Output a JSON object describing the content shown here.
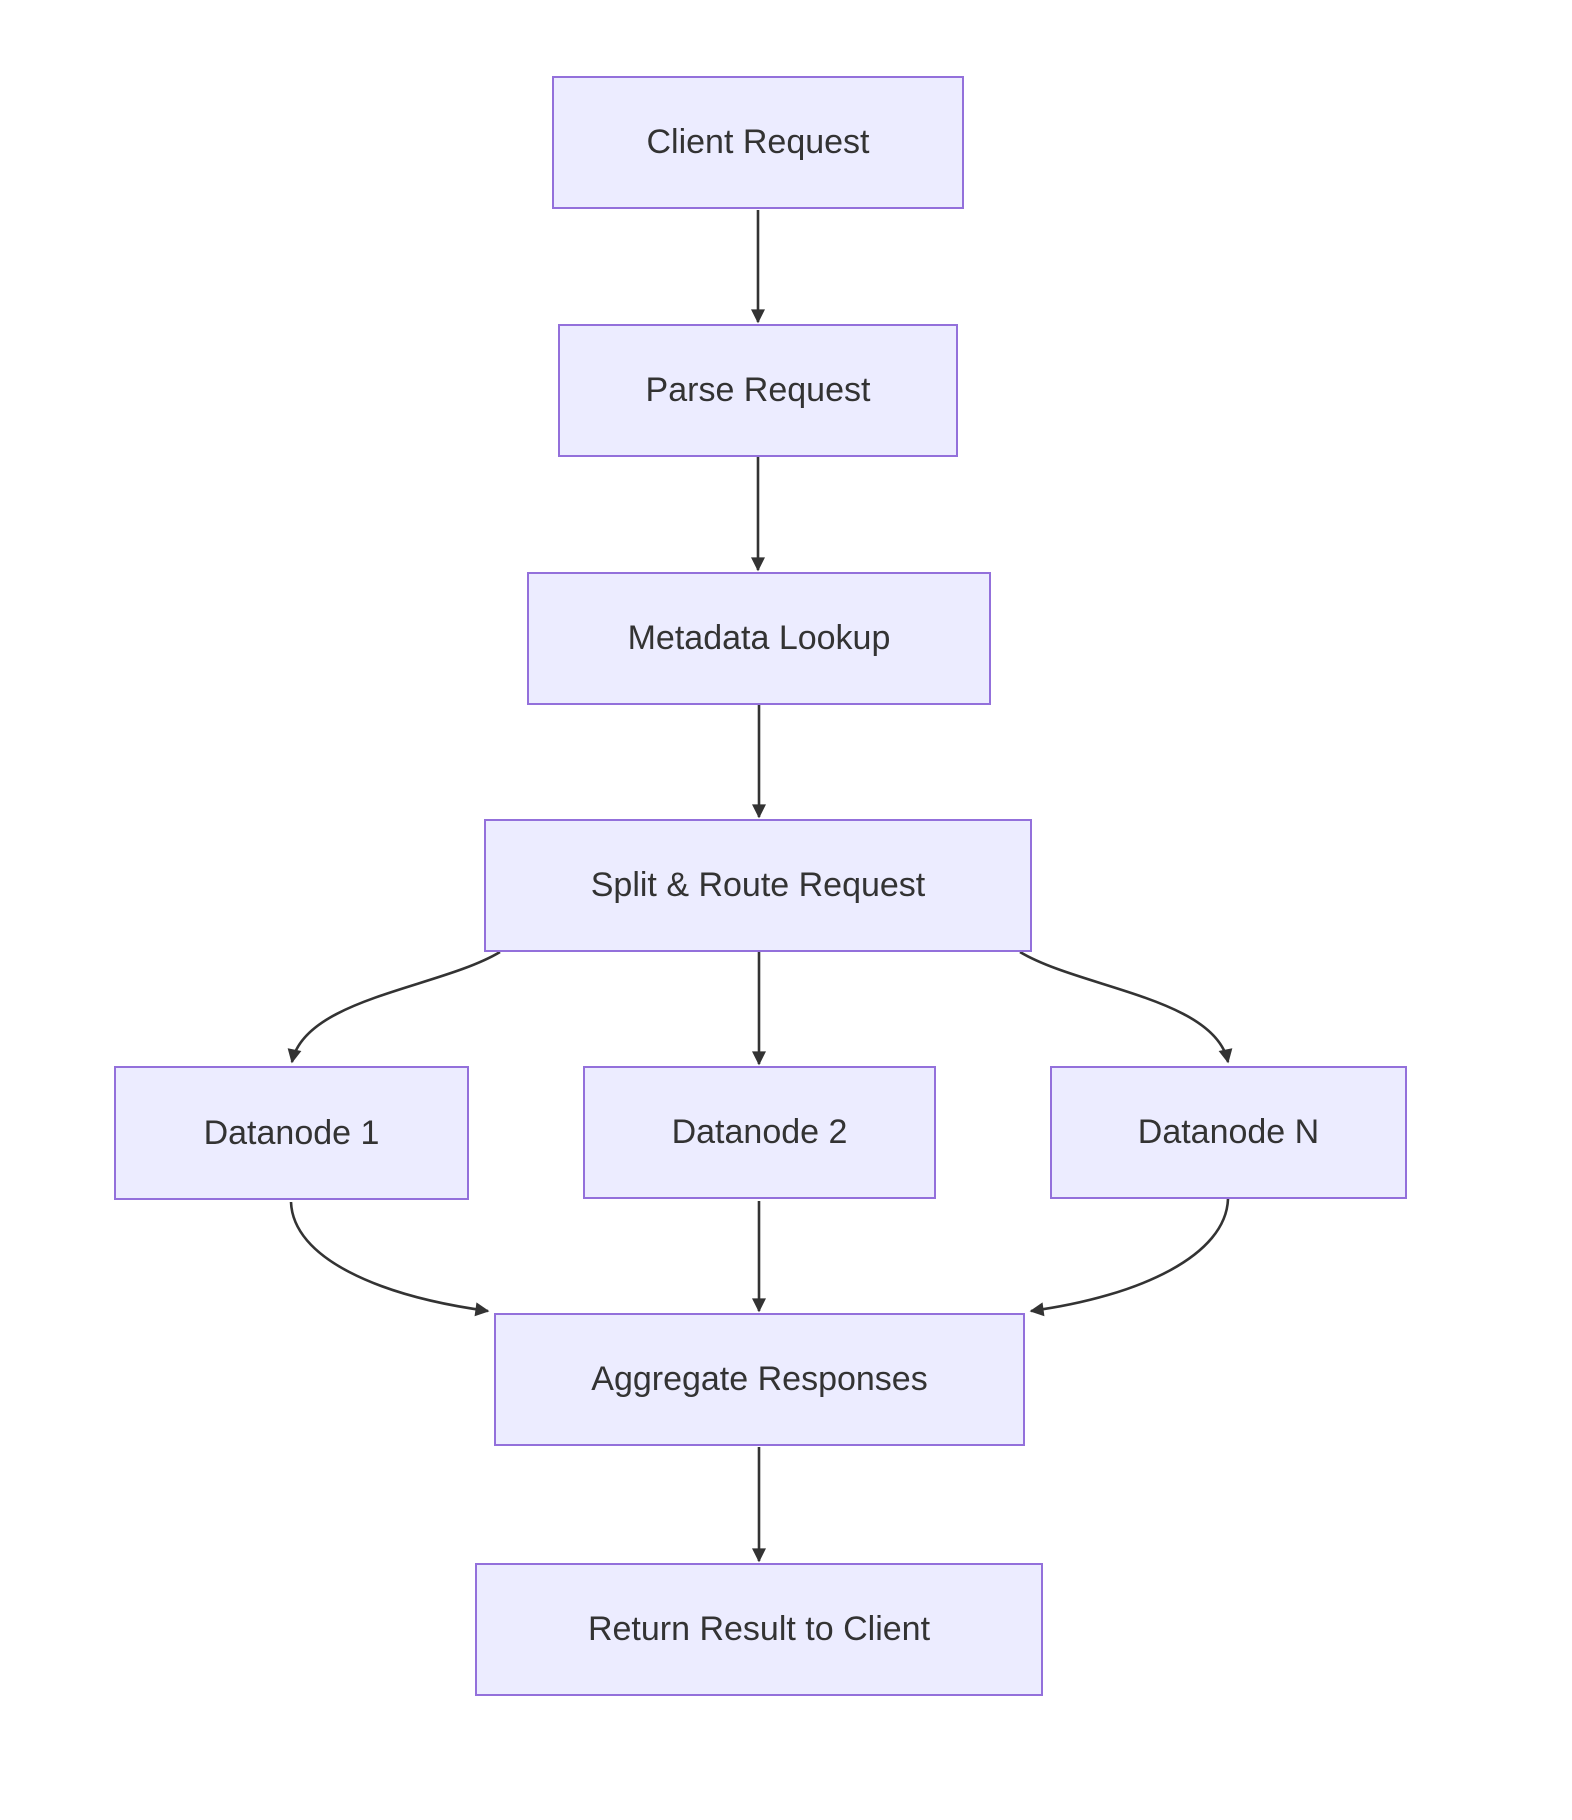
{
  "diagram": {
    "type": "flowchart",
    "direction": "top-down",
    "nodes": [
      {
        "id": "client",
        "label": "Client Request"
      },
      {
        "id": "parse",
        "label": "Parse Request"
      },
      {
        "id": "metadata",
        "label": "Metadata Lookup"
      },
      {
        "id": "split",
        "label": "Split & Route Request"
      },
      {
        "id": "d1",
        "label": "Datanode 1"
      },
      {
        "id": "d2",
        "label": "Datanode 2"
      },
      {
        "id": "dn",
        "label": "Datanode N"
      },
      {
        "id": "aggregate",
        "label": "Aggregate Responses"
      },
      {
        "id": "return",
        "label": "Return Result to Client"
      }
    ],
    "edges": [
      {
        "from": "client",
        "to": "parse"
      },
      {
        "from": "parse",
        "to": "metadata"
      },
      {
        "from": "metadata",
        "to": "split"
      },
      {
        "from": "split",
        "to": "d1"
      },
      {
        "from": "split",
        "to": "d2"
      },
      {
        "from": "split",
        "to": "dn"
      },
      {
        "from": "d1",
        "to": "aggregate"
      },
      {
        "from": "d2",
        "to": "aggregate"
      },
      {
        "from": "dn",
        "to": "aggregate"
      },
      {
        "from": "aggregate",
        "to": "return"
      }
    ],
    "colors": {
      "background": "#FFFFFF",
      "node_fill": "#ECECFF",
      "node_border": "#9370DB",
      "edge": "#333333",
      "text": "#333333"
    }
  }
}
